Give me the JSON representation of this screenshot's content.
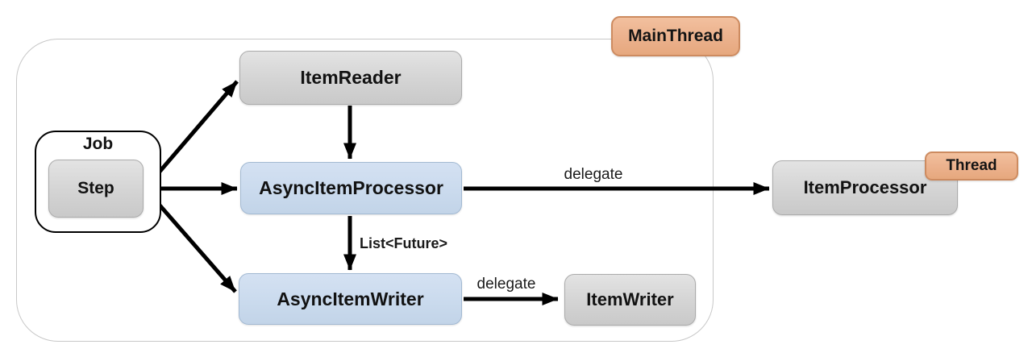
{
  "diagram": {
    "badges": {
      "main_thread": "MainThread",
      "thread": "Thread"
    },
    "nodes": {
      "job": "Job",
      "step": "Step",
      "item_reader": "ItemReader",
      "async_item_processor": "AsyncItemProcessor",
      "async_item_writer": "AsyncItemWriter",
      "item_writer": "ItemWriter",
      "item_processor": "ItemProcessor"
    },
    "edge_labels": {
      "processor_delegate": "delegate",
      "writer_delegate": "delegate",
      "list_future": "List<Future>"
    },
    "colors": {
      "badge_fill": "#ecb28e",
      "badge_border": "#cd8b60",
      "gray_node_fill": "#d5d5d5",
      "blue_node_fill": "#cbdbee",
      "boundary_border": "#c8c8c8",
      "arrow": "#000000"
    }
  }
}
